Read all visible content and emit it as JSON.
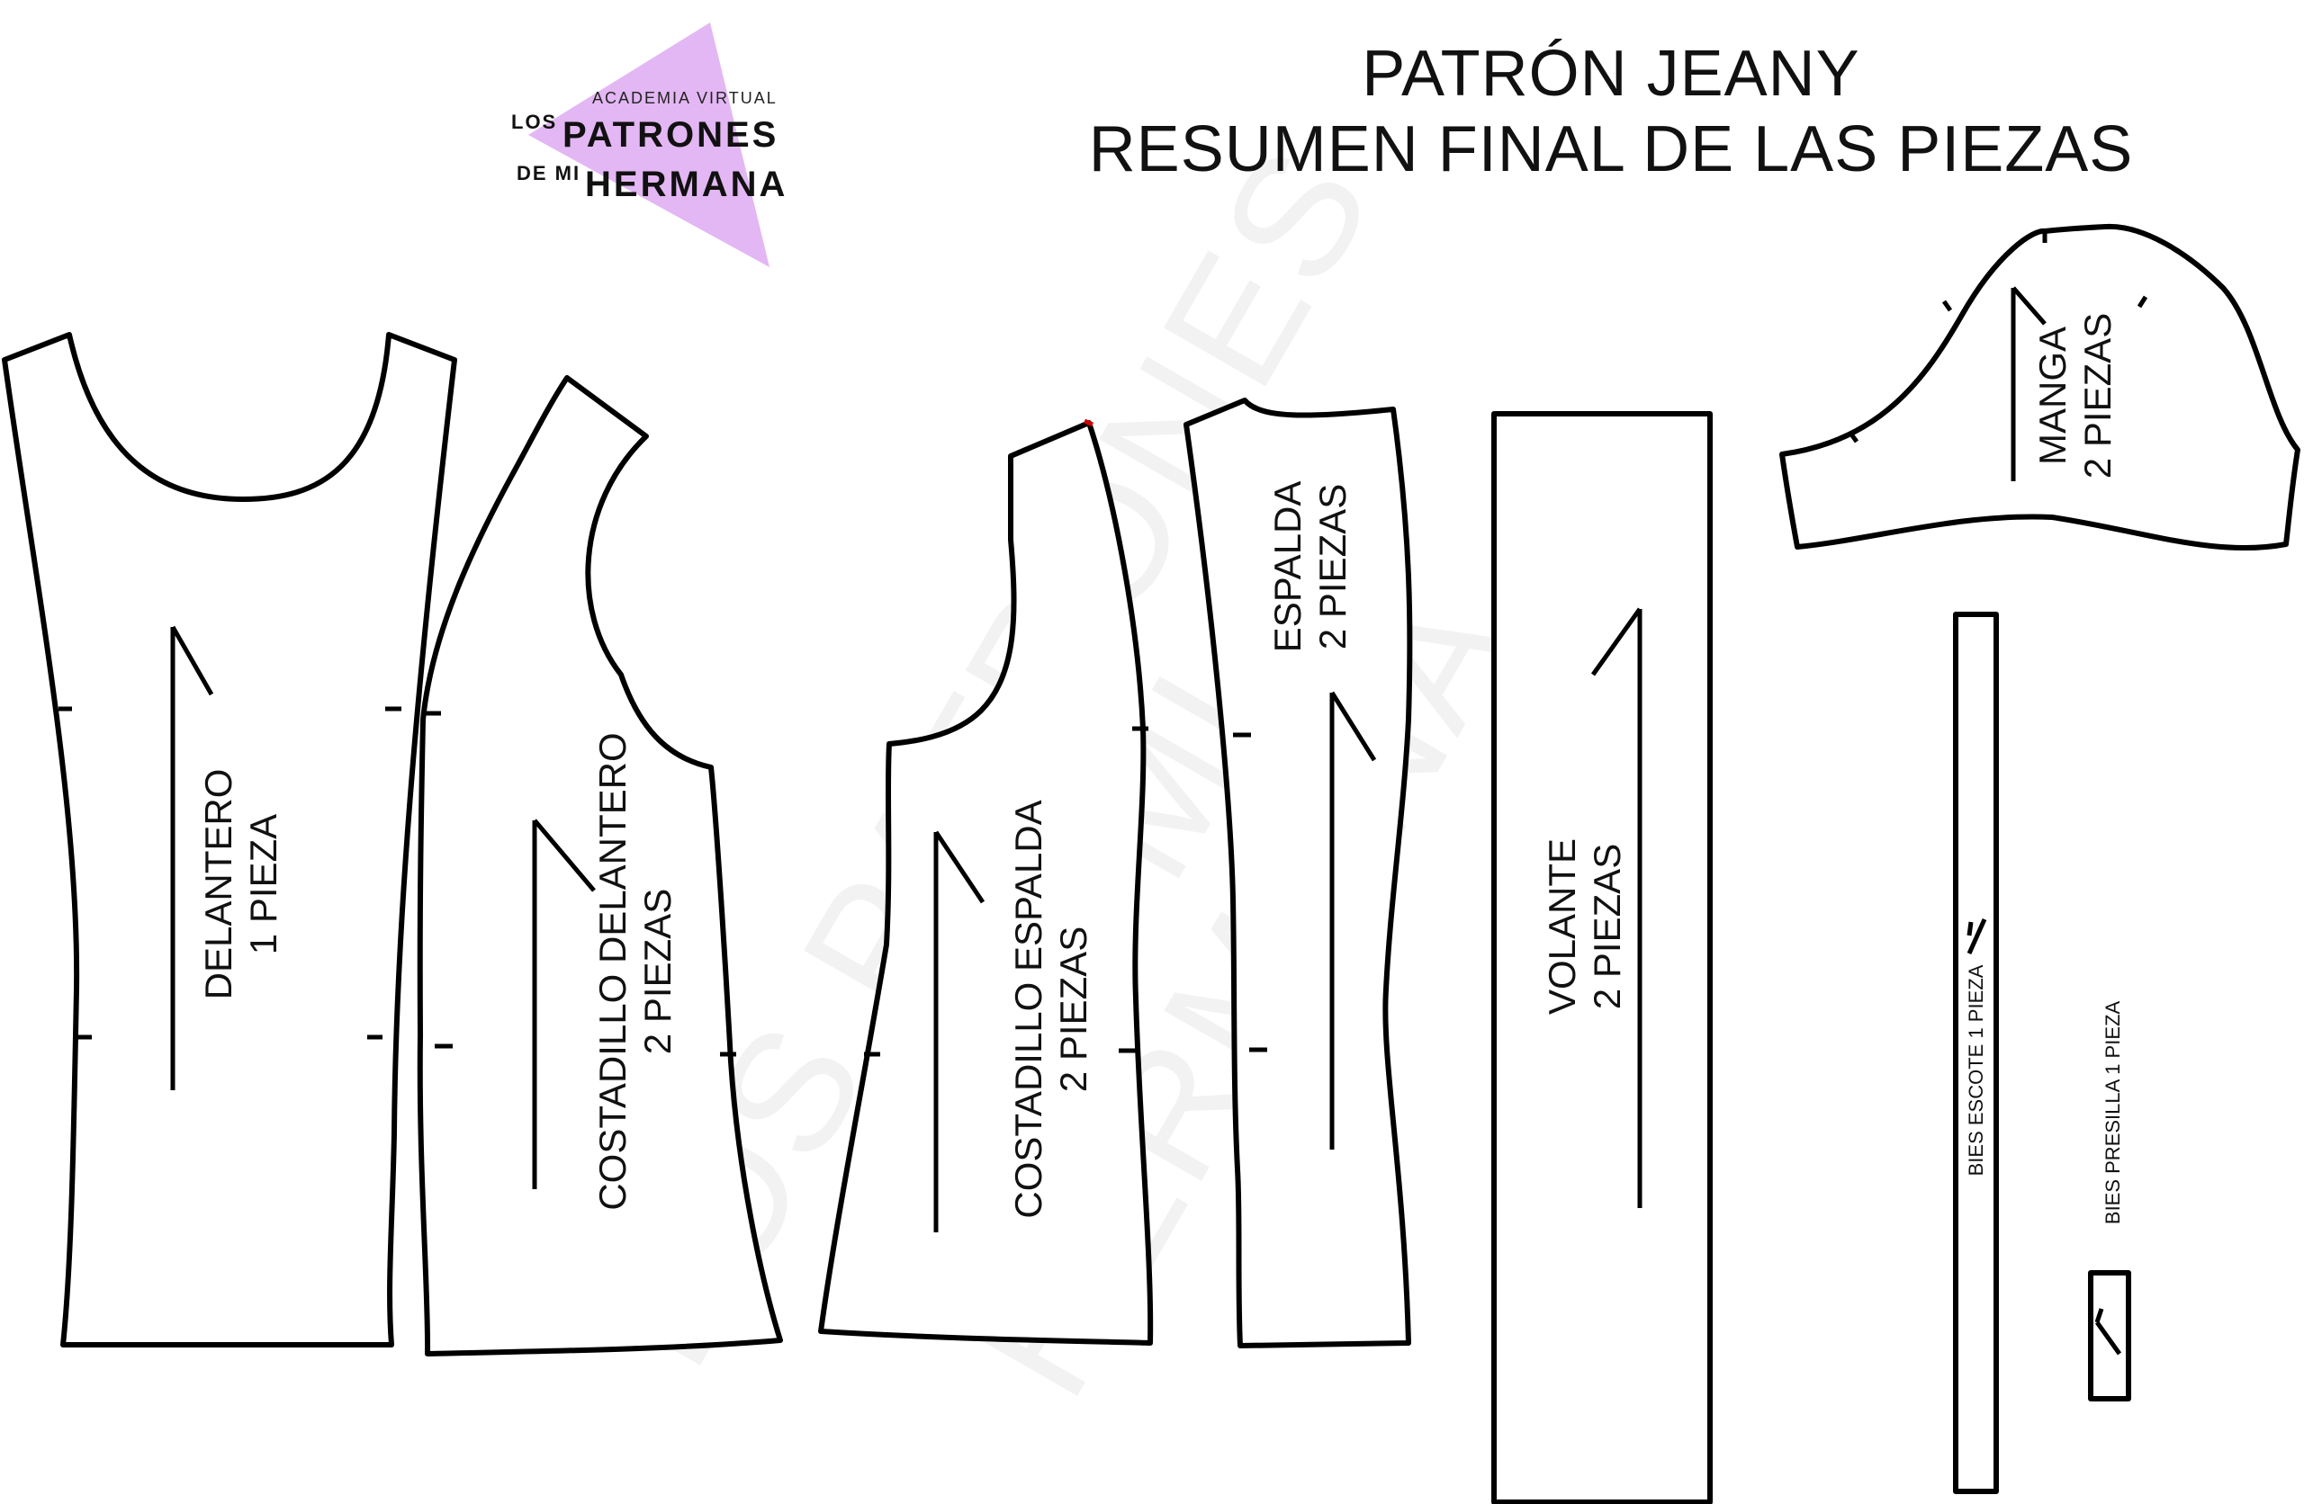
{
  "logo": {
    "line1": "ACADEMIA VIRTUAL",
    "line2_left": "LOS",
    "line2_right": "PATRONES",
    "line3_left": "DE MI",
    "line3_right": "HERMANA",
    "accent_color": "#e3b7f3"
  },
  "title": {
    "line1": "PATRÓN JEANY",
    "line2": "RESUMEN FINAL DE LAS PIEZAS"
  },
  "watermark": {
    "line1": "LOS PATRONES",
    "line2": "DE MI",
    "line3": "HERMANA"
  },
  "pieces": {
    "delantero": {
      "name": "DELANTERO",
      "qty": "1 PIEZA"
    },
    "costadillo_delantero": {
      "name": "COSTADILLO DELANTERO",
      "qty": "2 PIEZAS"
    },
    "costadillo_espalda": {
      "name": "COSTADILLO ESPALDA",
      "qty": "2 PIEZAS"
    },
    "espalda": {
      "name": "ESPALDA",
      "qty": "2 PIEZAS"
    },
    "volante": {
      "name": "VOLANTE",
      "qty": "2 PIEZAS"
    },
    "manga": {
      "name": "MANGA",
      "qty": "2 PIEZAS"
    },
    "bies_escote": {
      "label": "BIES ESCOTE 1 PIEZA"
    },
    "bies_presilla": {
      "label": "BIES PRESILLA 1 PIEZA"
    }
  },
  "colors": {
    "outline": "#000000",
    "marker": "#cc0000"
  }
}
